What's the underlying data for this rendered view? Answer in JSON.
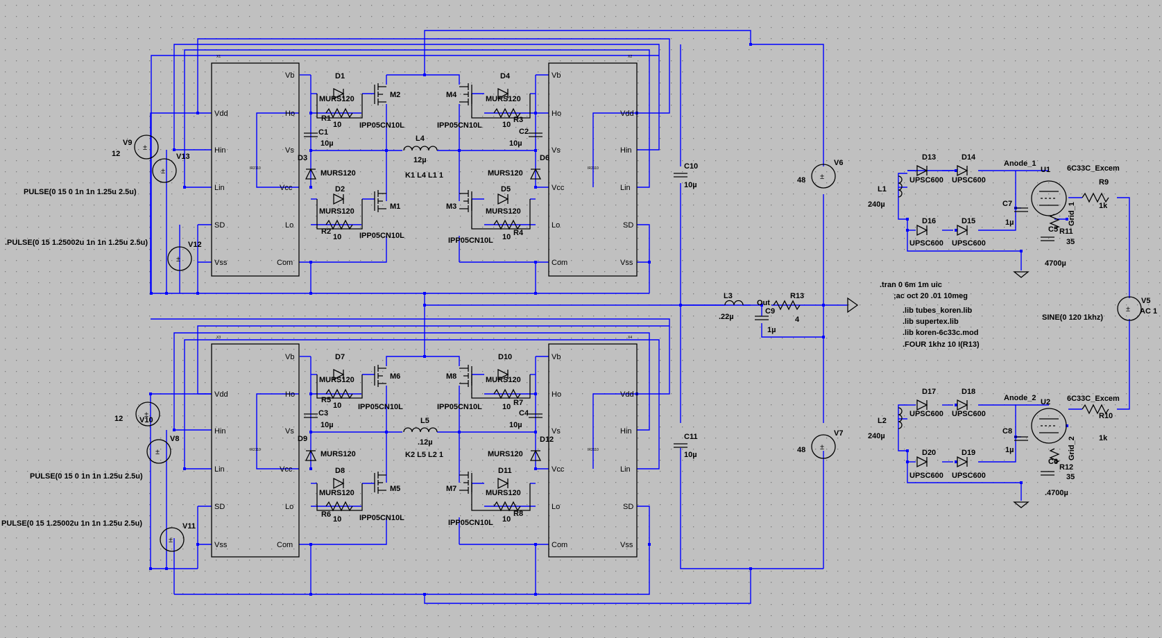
{
  "ic_pins": {
    "left": [
      "Vdd",
      "Hin",
      "Lin",
      "SD",
      "Vss"
    ],
    "right": [
      "Vb",
      "Ho",
      "Vs",
      "Vcc",
      "Lo",
      "Com"
    ],
    "ic1_tag": "X1",
    "ic2_tag": "X2",
    "ic3_tag": "X3",
    "ic4_tag": "X4",
    "part_tag": "IR2110"
  },
  "labels": {
    "V9": "V9",
    "V9_val": "12",
    "V13": "V13",
    "V12": "V12",
    "pulse1": "PULSE(0 15 0 1n 1n 1.25u 2.5u)",
    "pulse2": ".PULSE(0 15 1.25002u 1n 1n 1.25u 2.5u)",
    "V10": "V10",
    "V10_val": "12",
    "V8": "V8",
    "V11": "V11",
    "pulse3": "PULSE(0 15 0 1n 1n 1.25u 2.5u)",
    "pulse4": "PULSE(0 15 1.25002u 1n 1n 1.25u 2.5u)",
    "D1": "D1",
    "D2": "D2",
    "D3": "D3",
    "D4": "D4",
    "D5": "D5",
    "D6": "D6",
    "D7": "D7",
    "D8": "D8",
    "D9": "D9",
    "D10": "D10",
    "D11": "D11",
    "D12": "D12",
    "murs": "MURS120",
    "R1": "R1",
    "R2": "R2",
    "R3": "R3",
    "R4": "R4",
    "R5": "R5",
    "R6": "R6",
    "R7": "R7",
    "R8": "R8",
    "r10": "10",
    "C1": "C1",
    "C2": "C2",
    "C3": "C3",
    "C4": "C4",
    "c10u": "10µ",
    "M1": "M1",
    "M2": "M2",
    "M3": "M3",
    "M4": "M4",
    "M5": "M5",
    "M6": "M6",
    "M7": "M7",
    "M8": "M8",
    "ipp": "IPP05CN10L",
    "L4": "L4",
    "L4_val": "12µ",
    "K1": "K1 L4 L1 1",
    "L5": "L5",
    "L5_val": ".12µ",
    "K2": "K2 L5 L2 1",
    "C10": "C10",
    "C11": "C11",
    "V6": "V6",
    "V7": "V7",
    "v48": "48",
    "L3": "L3",
    "L3_val": ".22µ",
    "Out": "Out",
    "C9": "C9",
    "C9_val": "1µ",
    "R13": "R13",
    "R13_val": "4",
    "dir1": ".tran 0 6m 1m uic",
    "dir2": ";ac oct 20 .01 10meg",
    "dir3": ".lib tubes_koren.lib",
    "dir4": ".lib supertex.lib",
    "dir5": ".lib koren-6c33c.mod",
    "dir6": ".FOUR 1khz 10 I(R13)",
    "D13": "D13",
    "D14": "D14",
    "D15": "D15",
    "D16": "D16",
    "D17": "D17",
    "D18": "D18",
    "D19": "D19",
    "D20": "D20",
    "upsc": "UPSC600",
    "L1": "L1",
    "L2": "L2",
    "l240": "240µ",
    "Anode1": "Anode_1",
    "Anode2": "Anode_2",
    "U1": "U1",
    "U2": "U2",
    "tube": "6C33C_Excem",
    "R9": "R9",
    "R10": "R10",
    "r1k": "1k",
    "C7": "C7",
    "C8": "C8",
    "c1u": "1µ",
    "C5": "C5",
    "C6": "C6",
    "c4700": "4700µ",
    "c4700b": ".4700µ",
    "R11": "R11",
    "R12": "R12",
    "r35": "35",
    "Grid1": "Grid_1",
    "Grid2": "Grid_2",
    "V5": "V5",
    "V5_ac": "AC 1",
    "V5_val": "SINE(0 120 1khz)"
  },
  "colors": {
    "background": "#c0c0c0",
    "wire": "#0000ff",
    "component": "#000000",
    "grid_dot": "#808080"
  }
}
